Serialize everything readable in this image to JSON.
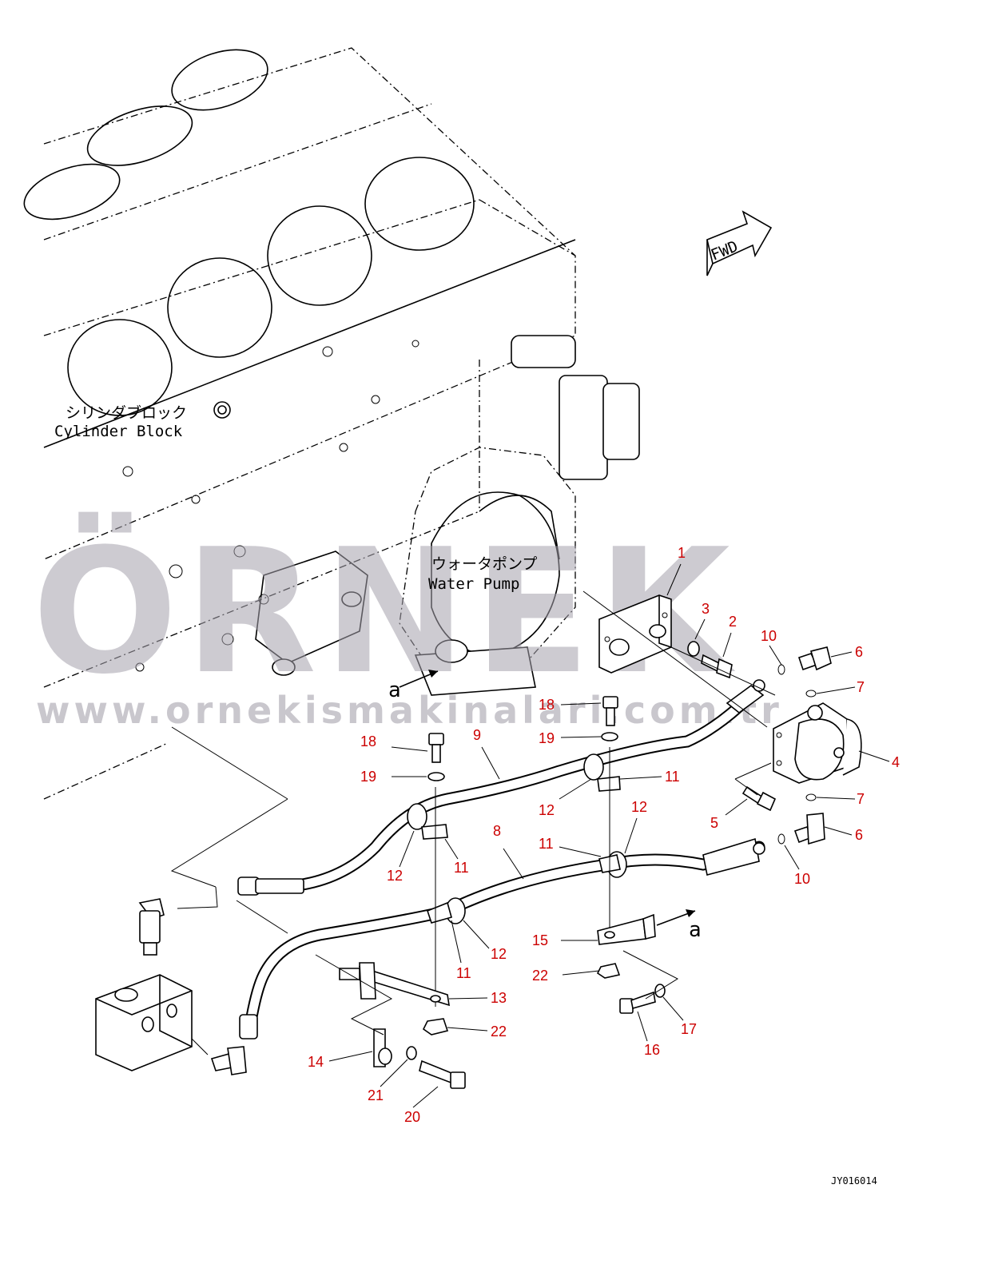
{
  "diagram": {
    "labels": {
      "cylinder_block_jp": "シリンダブロック",
      "cylinder_block_en": "Cylinder Block",
      "water_pump_jp": "ウォータポンプ",
      "water_pump_en": "Water Pump",
      "fwd": "FWD",
      "view_marker": "a",
      "drawing_id": "JY016014"
    },
    "watermark": {
      "brand": "ÖRNEK",
      "url": "www.ornekismakinalari.com.tr"
    },
    "callout_color": "#cc0000",
    "callouts": [
      "1",
      "2",
      "3",
      "4",
      "5",
      "6",
      "6",
      "7",
      "7",
      "8",
      "9",
      "10",
      "10",
      "11",
      "11",
      "11",
      "11",
      "12",
      "12",
      "12",
      "12",
      "13",
      "14",
      "15",
      "16",
      "17",
      "18",
      "18",
      "19",
      "19",
      "20",
      "21",
      "22",
      "22"
    ]
  }
}
